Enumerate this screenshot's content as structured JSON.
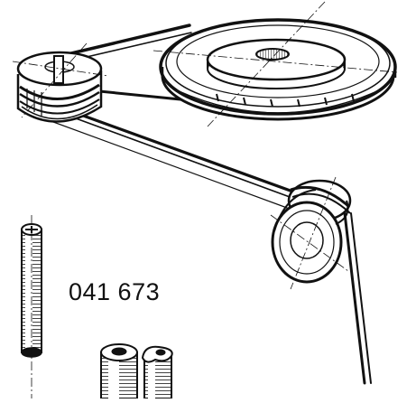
{
  "drawing": {
    "part_number": "041 673",
    "ink_color": "#111111",
    "paper_color": "#ffffff"
  },
  "components": [
    {
      "id": "large-drive-pulley"
    },
    {
      "id": "small-split-pulley"
    },
    {
      "id": "idler-roller"
    },
    {
      "id": "drive-belt"
    },
    {
      "id": "shaft-pin"
    },
    {
      "id": "tube-sleeves"
    }
  ]
}
